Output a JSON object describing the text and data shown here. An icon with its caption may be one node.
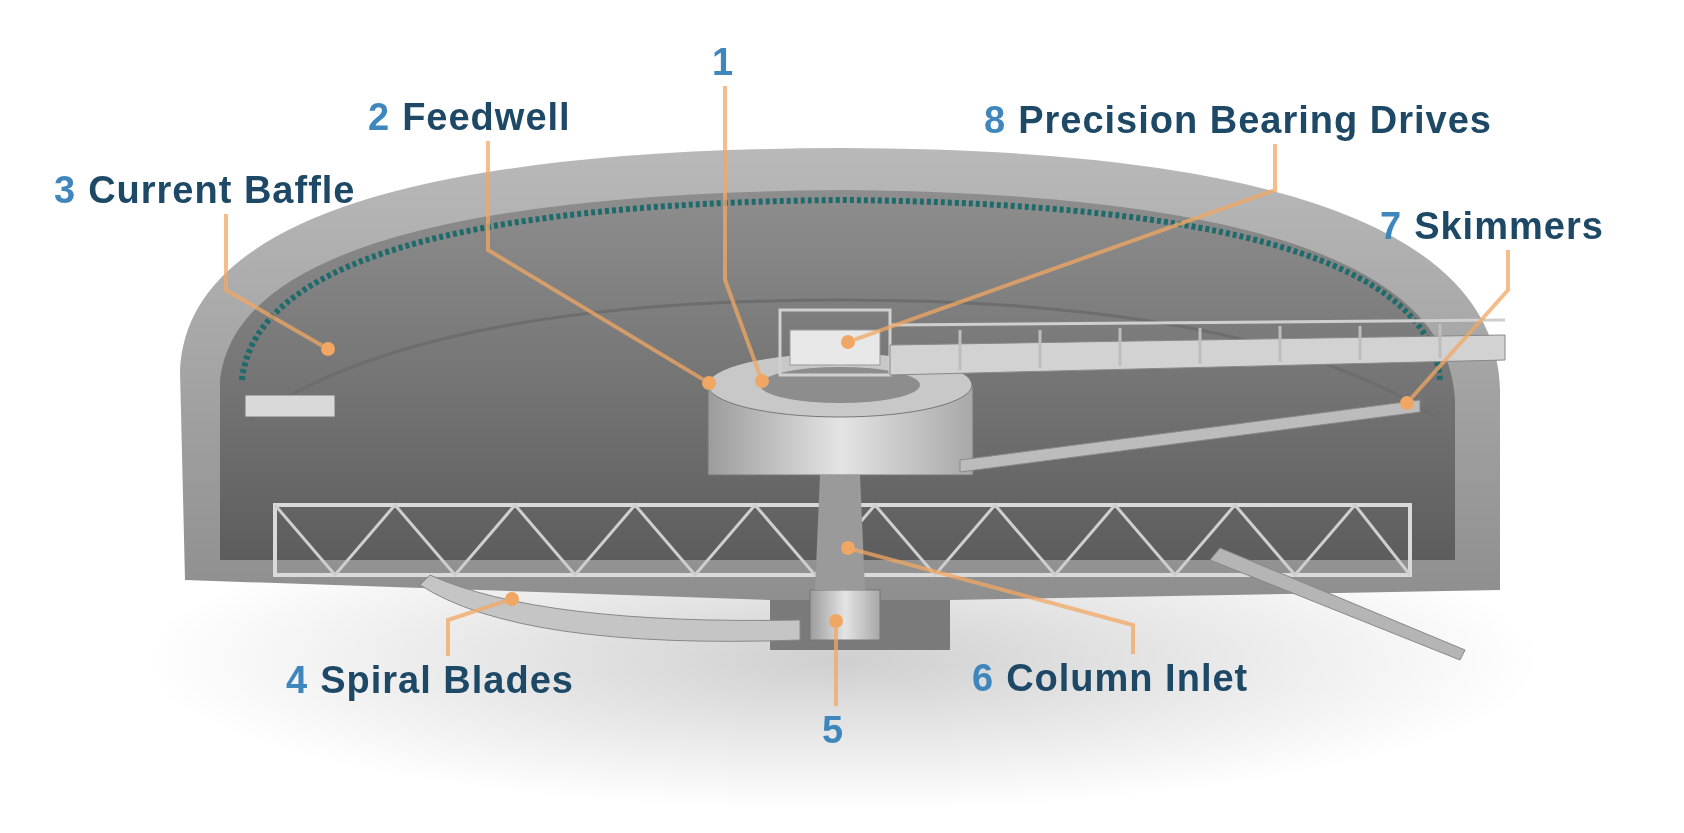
{
  "diagram": {
    "nodes": [
      {
        "text": [
          "1"
        ]
      },
      {
        "text": [
          "2",
          "Feedwell"
        ]
      },
      {
        "text": [
          "3",
          "Current Baffle"
        ]
      },
      {
        "text": [
          "4",
          "Spiral Blades"
        ]
      },
      {
        "text": [
          "5"
        ]
      },
      {
        "text": [
          "6",
          "Column Inlet"
        ]
      },
      {
        "text": [
          "7",
          "Skimmers"
        ]
      },
      {
        "text": [
          "8",
          "Precision Bearing Drives"
        ]
      },
      {
        "text": [],
        "shape": "circle"
      },
      {
        "text": [],
        "shape": "circle"
      },
      {
        "text": [],
        "shape": "circle"
      },
      {
        "text": [],
        "shape": "circle"
      },
      {
        "text": [],
        "shape": "circle"
      },
      {
        "text": [],
        "shape": "circle"
      },
      {
        "text": [],
        "shape": "circle"
      },
      {
        "text": [],
        "shape": "circle"
      }
    ],
    "edges": [
      {
        "from": 0,
        "to": 8,
        "arrow": "none"
      },
      {
        "from": 1,
        "to": 9,
        "arrow": "none"
      },
      {
        "from": 2,
        "to": 10,
        "arrow": "none"
      },
      {
        "from": 3,
        "to": 11,
        "arrow": "none"
      },
      {
        "from": 4,
        "to": 12,
        "arrow": "none"
      },
      {
        "from": 5,
        "to": 13,
        "arrow": "none"
      },
      {
        "from": 6,
        "to": 14,
        "arrow": "none"
      },
      {
        "from": 7,
        "to": 15,
        "arrow": "none"
      }
    ]
  }
}
